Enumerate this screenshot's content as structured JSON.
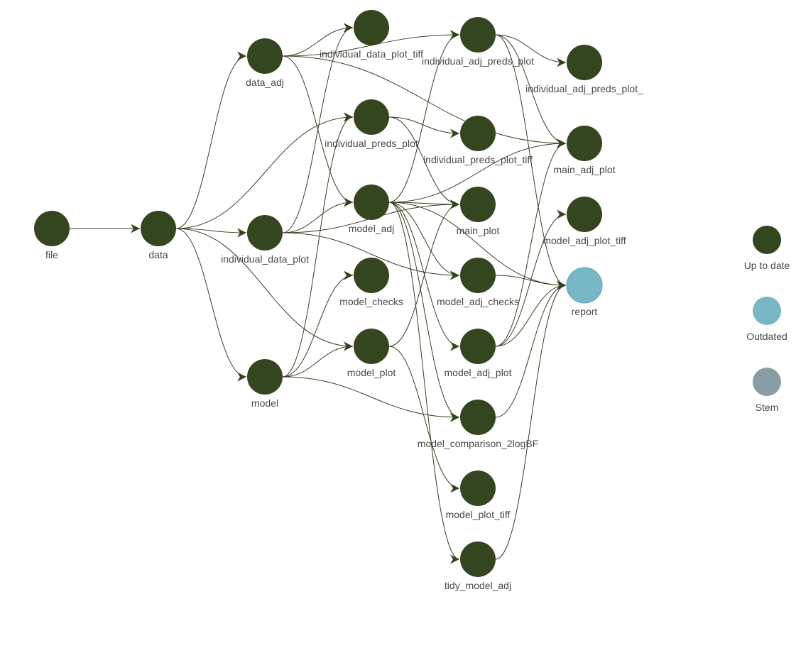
{
  "colors": {
    "up_to_date": "#34461f",
    "outdated": "#78b7c5",
    "stem": "#899da4",
    "edge": "#33421f"
  },
  "nodes": [
    {
      "id": "file",
      "label": "file",
      "status": "up_to_date"
    },
    {
      "id": "data",
      "label": "data",
      "status": "up_to_date"
    },
    {
      "id": "data_adj",
      "label": "data_adj",
      "status": "up_to_date"
    },
    {
      "id": "individual_data_plot",
      "label": "individual_data_plot",
      "status": "up_to_date"
    },
    {
      "id": "model",
      "label": "model",
      "status": "up_to_date"
    },
    {
      "id": "individual_data_plot_tiff",
      "label": "individual_data_plot_tiff",
      "status": "up_to_date"
    },
    {
      "id": "individual_preds_plot",
      "label": "individual_preds_plot",
      "status": "up_to_date"
    },
    {
      "id": "model_adj",
      "label": "model_adj",
      "status": "up_to_date"
    },
    {
      "id": "model_checks",
      "label": "model_checks",
      "status": "up_to_date"
    },
    {
      "id": "model_plot",
      "label": "model_plot",
      "status": "up_to_date"
    },
    {
      "id": "individual_adj_preds_plot",
      "label": "individual_adj_preds_plot",
      "status": "up_to_date"
    },
    {
      "id": "individual_preds_plot_tiff",
      "label": "individual_preds_plot_tiff",
      "status": "up_to_date"
    },
    {
      "id": "main_plot",
      "label": "main_plot",
      "status": "up_to_date"
    },
    {
      "id": "model_adj_checks",
      "label": "model_adj_checks",
      "status": "up_to_date"
    },
    {
      "id": "model_adj_plot",
      "label": "model_adj_plot",
      "status": "up_to_date"
    },
    {
      "id": "model_comparison_2logBF",
      "label": "model_comparison_2logBF",
      "status": "up_to_date"
    },
    {
      "id": "model_plot_tiff",
      "label": "model_plot_tiff",
      "status": "up_to_date"
    },
    {
      "id": "tidy_model_adj",
      "label": "tidy_model_adj",
      "status": "up_to_date"
    },
    {
      "id": "individual_adj_preds_plot_tiff",
      "label": "individual_adj_preds_plot_",
      "status": "up_to_date"
    },
    {
      "id": "main_adj_plot",
      "label": "main_adj_plot",
      "status": "up_to_date"
    },
    {
      "id": "model_adj_plot_tiff",
      "label": "model_adj_plot_tiff",
      "status": "up_to_date"
    },
    {
      "id": "report",
      "label": "report",
      "status": "outdated"
    }
  ],
  "edges": [
    [
      "file",
      "data"
    ],
    [
      "data",
      "data_adj"
    ],
    [
      "data",
      "individual_data_plot"
    ],
    [
      "data",
      "model"
    ],
    [
      "data",
      "individual_preds_plot"
    ],
    [
      "data",
      "model_plot"
    ],
    [
      "data_adj",
      "individual_data_plot_tiff"
    ],
    [
      "data_adj",
      "individual_adj_preds_plot"
    ],
    [
      "data_adj",
      "model_adj"
    ],
    [
      "data_adj",
      "main_adj_plot"
    ],
    [
      "individual_data_plot",
      "individual_data_plot_tiff"
    ],
    [
      "individual_data_plot",
      "model_adj"
    ],
    [
      "individual_data_plot",
      "main_plot"
    ],
    [
      "individual_data_plot",
      "model_adj_checks"
    ],
    [
      "model",
      "individual_preds_plot"
    ],
    [
      "model",
      "model_checks"
    ],
    [
      "model",
      "model_plot"
    ],
    [
      "model",
      "model_comparison_2logBF"
    ],
    [
      "individual_preds_plot",
      "individual_preds_plot_tiff"
    ],
    [
      "individual_preds_plot",
      "main_plot"
    ],
    [
      "model_adj",
      "individual_adj_preds_plot"
    ],
    [
      "model_adj",
      "main_plot"
    ],
    [
      "model_adj",
      "model_adj_checks"
    ],
    [
      "model_adj",
      "model_adj_plot"
    ],
    [
      "model_adj",
      "model_comparison_2logBF"
    ],
    [
      "model_adj",
      "tidy_model_adj"
    ],
    [
      "model_adj",
      "main_adj_plot"
    ],
    [
      "model_adj",
      "report"
    ],
    [
      "model_plot",
      "main_plot"
    ],
    [
      "model_plot",
      "model_plot_tiff"
    ],
    [
      "individual_adj_preds_plot",
      "individual_adj_preds_plot_tiff"
    ],
    [
      "individual_adj_preds_plot",
      "main_adj_plot"
    ],
    [
      "individual_adj_preds_plot",
      "report"
    ],
    [
      "model_adj_checks",
      "report"
    ],
    [
      "model_adj_plot",
      "main_adj_plot"
    ],
    [
      "model_adj_plot",
      "model_adj_plot_tiff"
    ],
    [
      "model_adj_plot",
      "report"
    ],
    [
      "model_comparison_2logBF",
      "report"
    ],
    [
      "tidy_model_adj",
      "report"
    ]
  ],
  "legend": [
    {
      "label": "Up to date",
      "status": "up_to_date"
    },
    {
      "label": "Outdated",
      "status": "outdated"
    },
    {
      "label": "Stem",
      "status": "stem"
    }
  ]
}
